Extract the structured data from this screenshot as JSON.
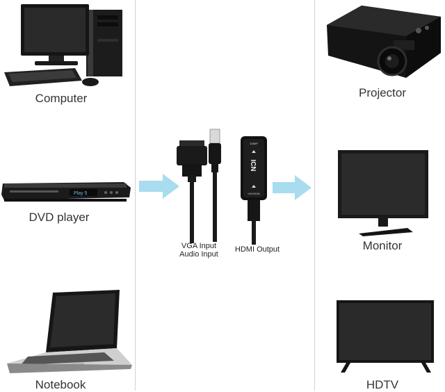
{
  "devices_left": {
    "computer": "Computer",
    "dvd": "DVD player",
    "notebook": "Notebook"
  },
  "devices_right": {
    "projector": "Projector",
    "monitor": "Monitor",
    "hdtv": "HDTV"
  },
  "adapter": {
    "input_label_1": "VGA Input",
    "input_label_2": "Audio Input",
    "output_label": "HDMI Output",
    "chip_text": "ICN",
    "box_top_text": "1080P",
    "box_bottom_text": "VGA/HDMI"
  },
  "dvd_display": "Play 5",
  "colors": {
    "arrow": "#a8dcef",
    "divider": "#cfd3d6",
    "device": "#1a1a1a"
  }
}
